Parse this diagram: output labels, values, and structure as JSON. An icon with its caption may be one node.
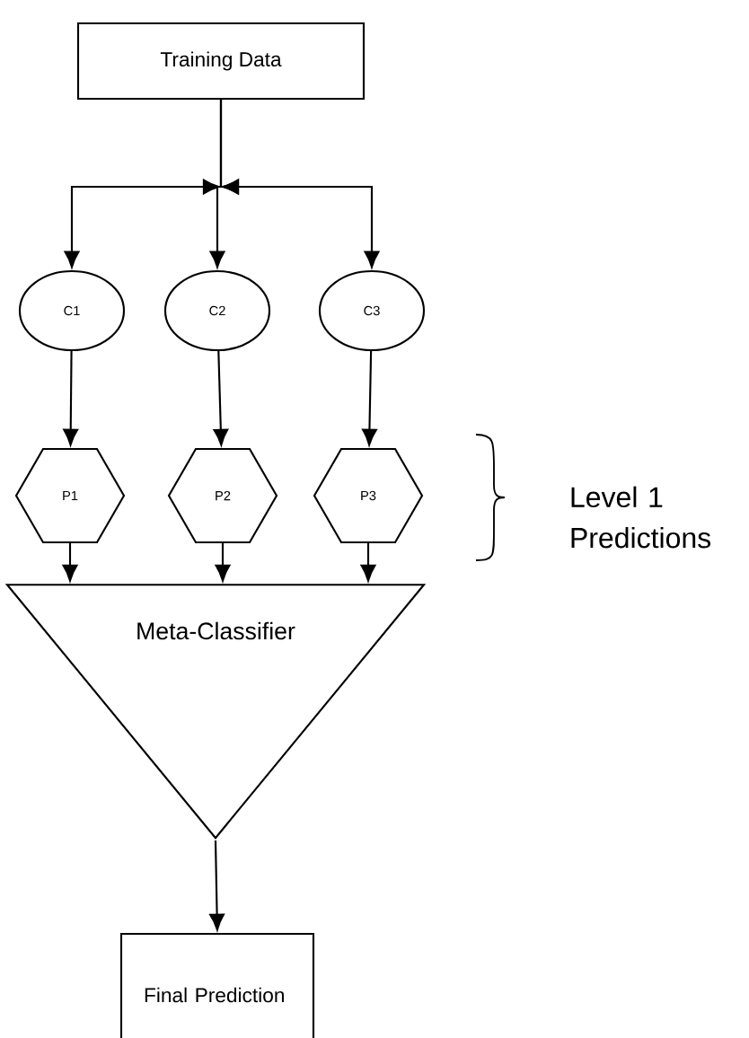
{
  "diagram": {
    "nodes": [
      {
        "text": [
          "Training Data"
        ]
      },
      {
        "text": [
          "C1"
        ]
      },
      {
        "text": [
          "C2"
        ]
      },
      {
        "text": [
          "C3"
        ]
      },
      {
        "text": [
          "P1"
        ]
      },
      {
        "text": [
          "P2"
        ]
      },
      {
        "text": [
          "P3"
        ]
      },
      {
        "text": [
          "Meta-Classifier"
        ]
      },
      {
        "text": [
          "Final Prediction"
        ]
      }
    ],
    "edges": [
      {
        "from": 0,
        "to": 1,
        "arrow": "to"
      },
      {
        "from": 0,
        "to": 2,
        "arrow": "to"
      },
      {
        "from": 0,
        "to": 3,
        "arrow": "to"
      },
      {
        "from": 1,
        "to": 4,
        "arrow": "to"
      },
      {
        "from": 2,
        "to": 5,
        "arrow": "to"
      },
      {
        "from": 3,
        "to": 6,
        "arrow": "to"
      },
      {
        "from": 4,
        "to": 7,
        "arrow": "to"
      },
      {
        "from": 5,
        "to": 7,
        "arrow": "to"
      },
      {
        "from": 6,
        "to": 7,
        "arrow": "to"
      },
      {
        "from": 7,
        "to": 8,
        "arrow": "to"
      }
    ],
    "labels": [
      "Level 1 Predictions"
    ]
  }
}
